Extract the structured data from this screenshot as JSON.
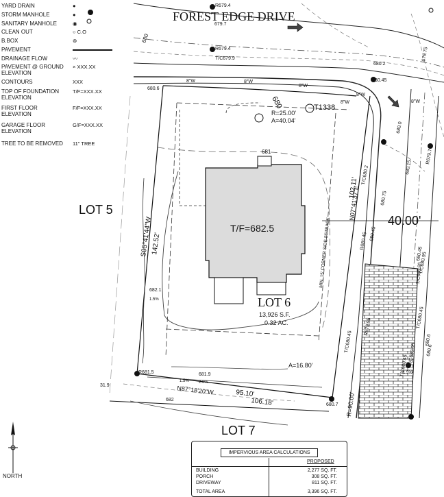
{
  "legend": [
    {
      "label": "YARD DRAIN",
      "symbol": "●"
    },
    {
      "label": "STORM MANHOLE",
      "symbol": "●"
    },
    {
      "label": "SANITARY MANHOLE",
      "symbol": "◉"
    },
    {
      "label": "CLEAN OUT",
      "symbol": "○ C.O"
    },
    {
      "label": "B.BOX",
      "symbol": "⊛"
    },
    {
      "label": "PAVEMENT",
      "symbol": ""
    },
    {
      "label": "DRAINAGE FLOW",
      "symbol": "〰"
    },
    {
      "label": "PAVEMENT @ GROUND ELEVATION",
      "symbol": "× XXX.XX"
    },
    {
      "label": "CONTOURS",
      "symbol": "XXX"
    },
    {
      "label": "TOP OF FOUNDATION ELEVATION",
      "symbol": "T/F=XXX.XX"
    },
    {
      "label": "FIRST FLOOR ELEVATION",
      "symbol": "F/F=XXX.XX"
    },
    {
      "label": "GARAGE FLOOR ELEVATION",
      "symbol": "G/F=XXX.XX"
    },
    {
      "label": "TREE TO BE REMOVED",
      "symbol": "11\" TREE"
    }
  ],
  "street": "FOREST EDGE DRIVE",
  "lots": {
    "lot5": "LOT 5",
    "lot6": "LOT 6",
    "lot7": "LOT 7"
  },
  "lot6_area_sf": "13,926 S.F.",
  "lot6_area_ac": "0.32 AC.",
  "house_tf": "T/F=682.5",
  "bearings": {
    "west": "S05°41'44\"W",
    "west_dist": "142.52'",
    "south": "N87°18'20\"W",
    "south_dist1": "95.10'",
    "south_dist2": "106.18'",
    "east": "N07°41'37\"E",
    "east_dist": "102.11'",
    "curve_r": "R=25.00'",
    "curve_a": "A=40.04'",
    "curve_a2": "A=16.80'",
    "curve_r2": "R=90.00'"
  },
  "dimension_40": "40.00'",
  "setback_note": "MIN. 15' CORNER SIDE SETBACK",
  "spot_elevations": [
    "R679.4",
    "679.7",
    "R679.4",
    "T/C679.9",
    "680",
    "680.2",
    "680.45",
    "680.6",
    "680",
    "681",
    "682.1",
    "R681.5",
    "681.9",
    "682",
    "31.9",
    "680.7",
    "T/C680.45",
    "R679.95",
    "T/C680.95",
    "680.6",
    "680.45",
    "680.75",
    "680.0",
    "R679.7",
    "680.15",
    "T/C680.2",
    "R680.45",
    "T/C680.95",
    "T/C680.45",
    "T/C680.95",
    "680.45",
    "680.6",
    "T/C680.45",
    "679.75"
  ],
  "tree_label": "T1338",
  "pipe_labels": [
    "8\"W",
    "8\"W",
    "8\"W",
    "8\"W",
    "8\"W",
    "8\"W"
  ],
  "slopes": [
    "1.5%",
    "2.0%",
    "1.5%",
    "1.5%"
  ],
  "north_label": "NORTH",
  "impervious": {
    "title": "IMPERVIOUS AREA CALCULATIONS",
    "col": "PROPOSED",
    "rows": [
      {
        "k": "BUILDING",
        "v": "2,277 SQ. FT."
      },
      {
        "k": "PORCH",
        "v": "308 SQ. FT."
      },
      {
        "k": "DRIVEWAY",
        "v": "811 SQ. FT."
      },
      {
        "k": "TOTAL AREA",
        "v": "3,396 SQ. FT."
      }
    ]
  }
}
